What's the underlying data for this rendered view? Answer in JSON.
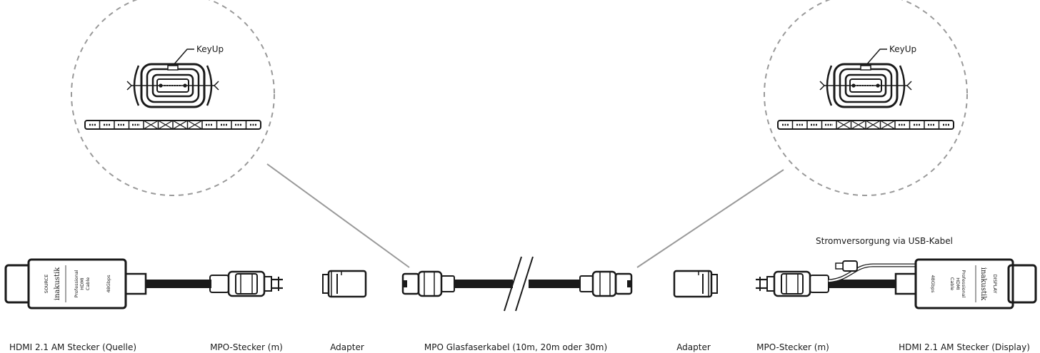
{
  "zoom_left": {
    "callout": "KeyUp"
  },
  "zoom_right": {
    "callout": "KeyUp"
  },
  "power_note": "Stromversorgung via USB-Kabel",
  "plug_source": {
    "side_label": "SOURCE",
    "brand": "inakustik",
    "product": [
      "Professional",
      "HDMI",
      "Cable"
    ],
    "speed": "48Gbps"
  },
  "plug_display": {
    "side_label": "DISPLAY",
    "brand": "inakustik",
    "product": [
      "Professional",
      "HDMI",
      "Cable"
    ],
    "speed": "48Gbps"
  },
  "labels": {
    "hdmi_source": "HDMI 2.1 AM Stecker (Quelle)",
    "mpo_left": "MPO-Stecker (m)",
    "adapter_left": "Adapter",
    "fiber": "MPO Glasfaserkabel (10m, 20m oder 30m)",
    "adapter_right": "Adapter",
    "mpo_right": "MPO-Stecker (m)",
    "hdmi_display": "HDMI 2.1 AM Stecker (Display)"
  },
  "colors": {
    "line": "#1a1a1a",
    "circle": "#999999",
    "connector": "#9a9a9a"
  }
}
